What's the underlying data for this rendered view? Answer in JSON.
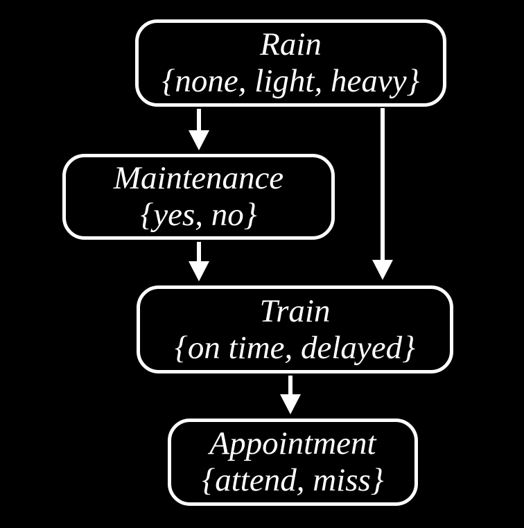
{
  "diagram": {
    "type": "bayesian-network",
    "background_color": "#000000",
    "node_border_color": "#ffffff",
    "text_color": "#ffffff",
    "nodes": [
      {
        "id": "rain",
        "label": "Rain",
        "domain": "{none, light, heavy}"
      },
      {
        "id": "maintenance",
        "label": "Maintenance",
        "domain": "{yes, no}"
      },
      {
        "id": "train",
        "label": "Train",
        "domain": "{on time, delayed}"
      },
      {
        "id": "appointment",
        "label": "Appointment",
        "domain": "{attend, miss}"
      }
    ],
    "edges": [
      {
        "from": "rain",
        "to": "maintenance"
      },
      {
        "from": "rain",
        "to": "train"
      },
      {
        "from": "maintenance",
        "to": "train"
      },
      {
        "from": "train",
        "to": "appointment"
      }
    ]
  }
}
